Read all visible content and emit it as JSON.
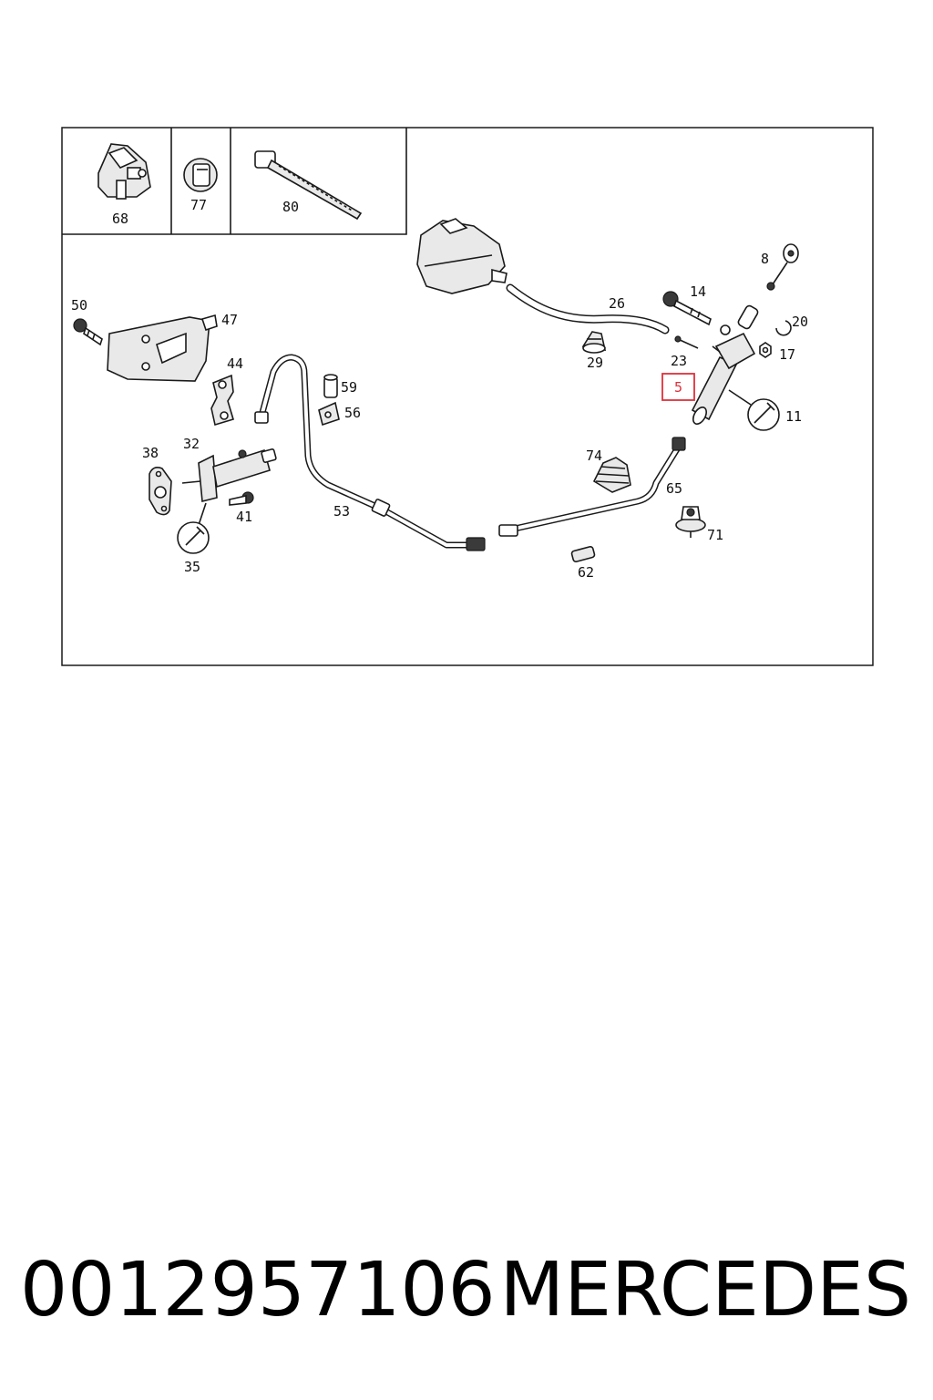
{
  "callouts": {
    "c68": "68",
    "c77": "77",
    "c80": "80",
    "c50": "50",
    "c47": "47",
    "c44": "44",
    "c59": "59",
    "c56": "56",
    "c26": "26",
    "c29": "29",
    "c14": "14",
    "c8": "8",
    "c20": "20",
    "c17": "17",
    "c23": "23",
    "c5": "5",
    "c11": "11",
    "c38": "38",
    "c32": "32",
    "c41": "41",
    "c35": "35",
    "c53": "53",
    "c74": "74",
    "c65": "65",
    "c71": "71",
    "c62": "62"
  },
  "highlight": {
    "part": "5",
    "color": "#e0303a"
  },
  "footer": {
    "part_number": "0012957106",
    "brand": "MERCEDES"
  }
}
